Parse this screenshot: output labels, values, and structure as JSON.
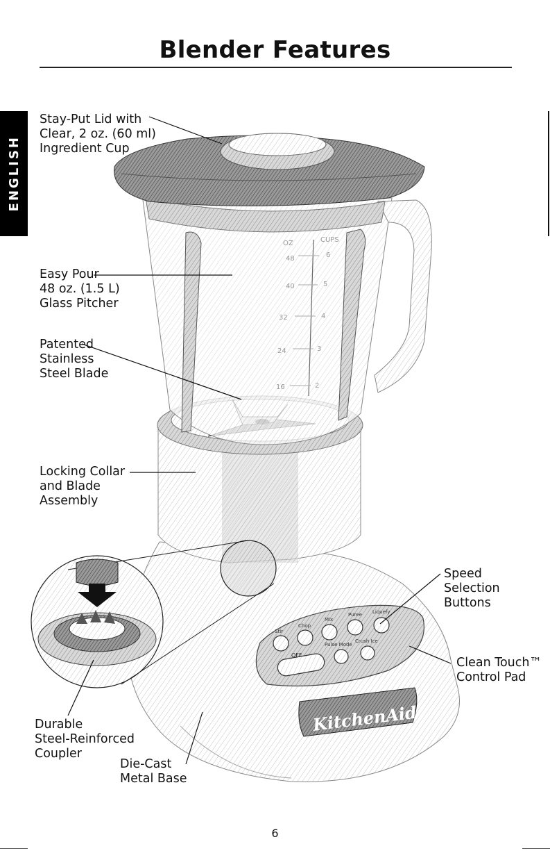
{
  "page": {
    "title": "Blender Features",
    "language_tab": "ENGLISH",
    "page_number": "6"
  },
  "callouts": {
    "lid": "Stay-Put Lid with\nClear, 2 oz. (60 ml)\nIngredient Cup",
    "pitcher": "Easy Pour\n48 oz. (1.5 L)\nGlass Pitcher",
    "blade": "Patented\nStainless\nSteel Blade",
    "collar": "Locking Collar\nand Blade\nAssembly",
    "speed": "Speed\nSelection\nButtons",
    "control_pad": "Clean Touch™\nControl Pad",
    "coupler": "Durable\nSteel-Reinforced\nCoupler",
    "base": "Die-Cast\nMetal Base"
  },
  "pitcher_scale": {
    "oz_header": "OZ",
    "cups_header": "CUPS",
    "oz_marks": [
      "48",
      "40",
      "32",
      "24",
      "16"
    ],
    "cup_marks": [
      "6",
      "5",
      "4",
      "3",
      "2"
    ]
  },
  "control_panel": {
    "buttons": [
      "Stir",
      "Chop",
      "Mix",
      "Puree",
      "Liquefy"
    ],
    "mode_labels": [
      "Pulse Mode",
      "Crush Ice"
    ],
    "off_label": "OFF",
    "brand": "KitchenAid"
  },
  "colors": {
    "ink": "#111111",
    "tab_background": "#000000",
    "tab_text": "#ffffff"
  }
}
